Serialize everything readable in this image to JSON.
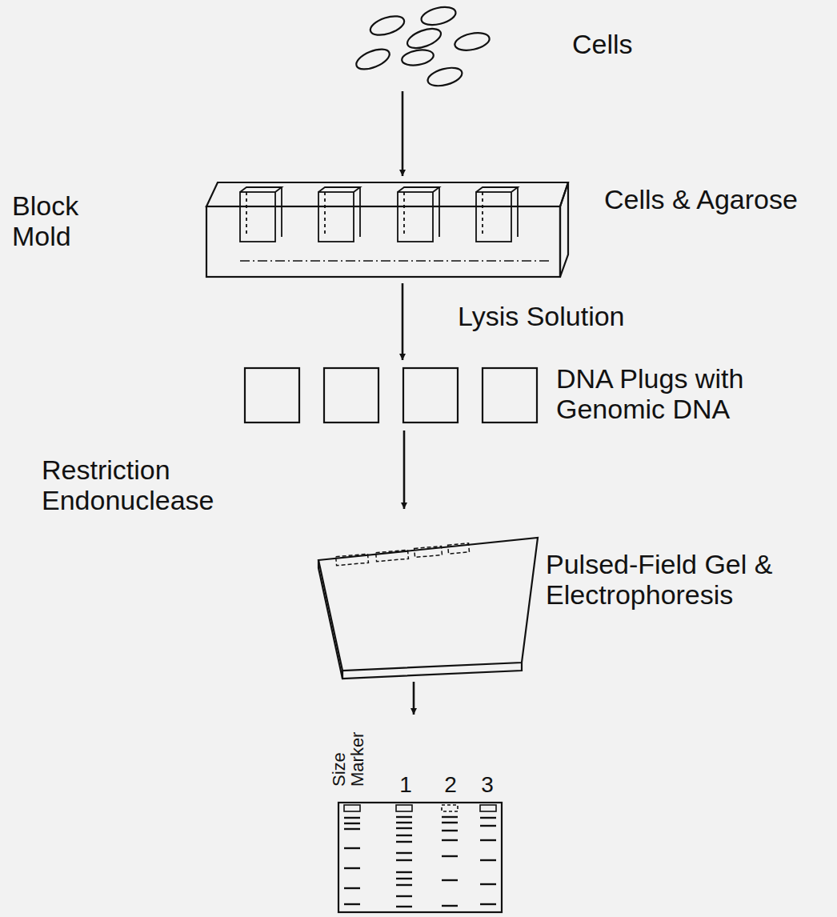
{
  "diagram": {
    "nodes": [
      {
        "text": [
          "Cells"
        ]
      },
      {
        "text": [
          "Block Mold",
          "Cells & Agarose"
        ]
      },
      {
        "text": [
          "DNA Plugs with Genomic DNA"
        ]
      },
      {
        "text": [
          "Pulsed-Field Gel & Electrophoresis"
        ]
      },
      {
        "text": [
          "Size Marker",
          "1",
          "2",
          "3"
        ]
      }
    ],
    "edges": [
      {
        "from": 0,
        "to": 1,
        "arrow": "to"
      },
      {
        "from": 1,
        "to": 2,
        "arrow": "to",
        "label": "Lysis Solution"
      },
      {
        "from": 2,
        "to": 3,
        "arrow": "to",
        "label": "Restriction Endonuclease"
      },
      {
        "from": 3,
        "to": 4,
        "arrow": "to"
      }
    ]
  }
}
